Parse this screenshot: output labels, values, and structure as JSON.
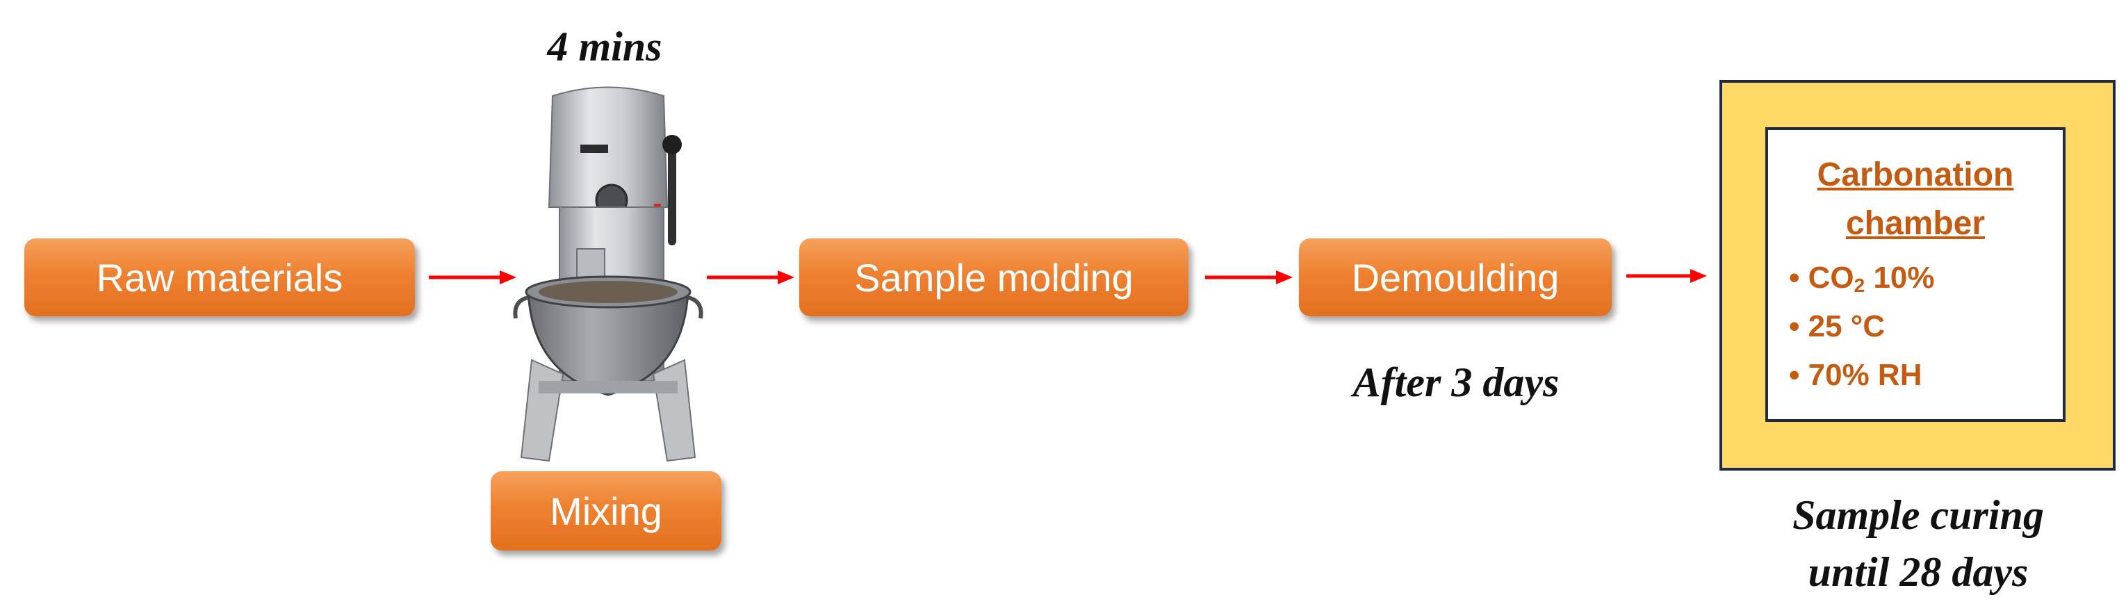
{
  "flow": {
    "raw_materials": "Raw materials",
    "mixing": "Mixing",
    "mix_time": "4 mins",
    "sample_molding": "Sample molding",
    "demoulding": "Demoulding",
    "after_days": "After 3 days",
    "curing_line1": "Sample curing",
    "curing_line2": "until 28 days"
  },
  "chamber": {
    "title_line1": "Carbonation",
    "title_line2": "chamber",
    "co2_prefix": "• CO",
    "co2_sub": "2",
    "co2_suffix": " 10%",
    "temp": "• 25 °C",
    "rh": "• 70% RH"
  },
  "colors": {
    "box_orange": "#ee8131",
    "arrow_red": "#ff0000",
    "chamber_fill": "#ffd966",
    "chamber_text": "#c55a11",
    "chamber_border": "#1f2a44"
  },
  "icons": [
    "stand-mixer-icon"
  ]
}
